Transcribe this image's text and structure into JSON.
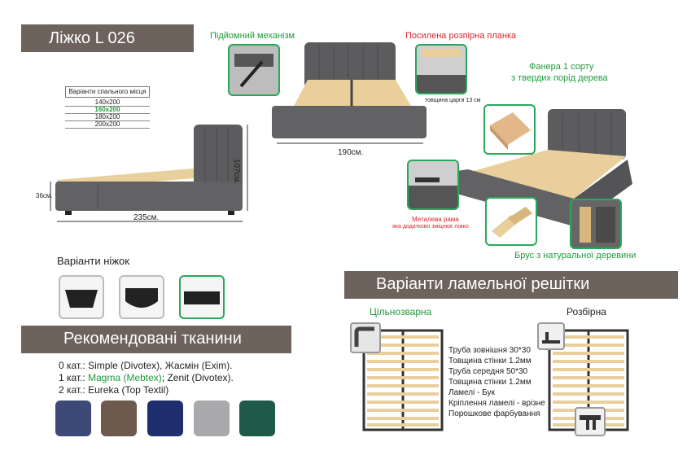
{
  "title": "Ліжко L 026",
  "sleep_sizes": {
    "header": "Варіанти спального місця",
    "rows": [
      "140x200",
      "160x200",
      "180x200",
      "200x200"
    ],
    "highlight_index": 1
  },
  "dims": {
    "height_total": "107см.",
    "height_base": "36см.",
    "length": "235см.",
    "width": "190см.",
    "rail_thickness": "товщина царги 13 см"
  },
  "callouts": {
    "lift": "Підйомний механізм",
    "plank": "Посилена розпірна планка",
    "plywood_line1": "Фанера 1 сорту",
    "plywood_line2": "з твердих порід дерева",
    "frame_line1": "Металева рама",
    "frame_line2": "яка додатково зміцнює ліжко",
    "timber": "Брус з натуральної деревини"
  },
  "legs": {
    "title": "Варіанти ніжок"
  },
  "fabrics": {
    "title": "Рекомендовані тканини",
    "lines": [
      {
        "prefix": "0 кат.: ",
        "green": "",
        "rest": "Simple (Divotex), Жасмін (Exim)."
      },
      {
        "prefix": "1 кат.: ",
        "green": "Magma (Mebtex)",
        "rest": "; Zenit (Divotex)."
      },
      {
        "prefix": "2 кат.: ",
        "green": "",
        "rest": "Eureka (Top Textil)"
      }
    ],
    "swatch_colors": [
      "#3d4a78",
      "#6e5a4c",
      "#1f2e6e",
      "#a9a9ab",
      "#1f5a48"
    ]
  },
  "lamella": {
    "title": "Варіанти ламельної решітки",
    "welded": "Цільнозварна",
    "collapsible": "Розбірна",
    "specs": [
      "Труба зовнішня 30*30",
      "Товщина стінки 1.2мм",
      "Труба середня 50*30",
      "Товщина стінки 1.2мм",
      "Ламелі - Бук",
      "Кріплення ламелі - врізне",
      "Порошкове фарбування"
    ]
  },
  "colors": {
    "banner": "#6e625c",
    "accent_green": "#1f9a3a",
    "accent_red": "#d6262e",
    "upholstery": "#5c5c5e",
    "slat": "#e8cf9b"
  }
}
